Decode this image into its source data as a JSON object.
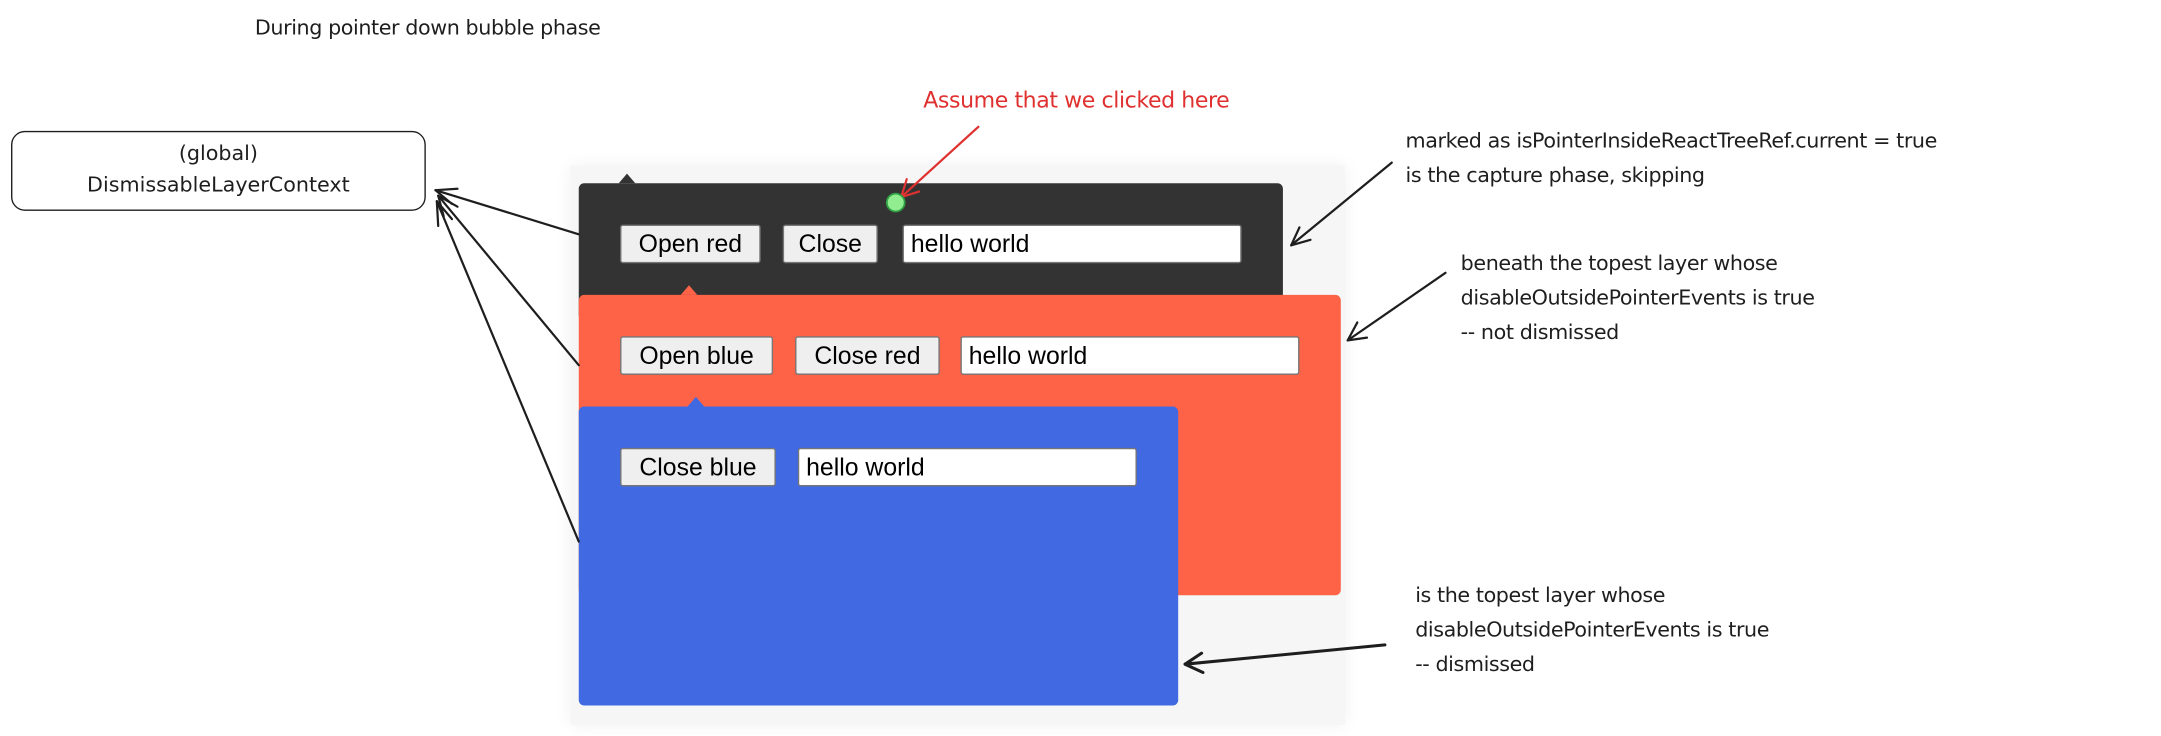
{
  "title": "During pointer down bubble phase",
  "global_context": {
    "line1": "(global)",
    "line2": "DismissableLayerContext"
  },
  "click_note": "Assume that we clicked here",
  "layers": {
    "dark": {
      "color": "#333333",
      "open_button": "Open red",
      "close_button": "Close",
      "input_value": "hello world"
    },
    "red": {
      "color": "#ff6347",
      "open_button": "Open blue",
      "close_button": "Close red",
      "input_value": "hello world"
    },
    "blue": {
      "color": "#4169e1",
      "close_button": "Close blue",
      "input_value": "hello world"
    }
  },
  "annotations": {
    "dark": [
      "marked as isPointerInsideReactTreeRef.current = true",
      "is the capture phase, skipping"
    ],
    "red": [
      "beneath the topest layer whose",
      "disableOutsidePointerEvents is true",
      "-- not dismissed"
    ],
    "blue": [
      "is the topest layer whose",
      "disableOutsidePointerEvents is true",
      "-- dismissed"
    ]
  },
  "colors": {
    "click_marker": "#90ee90",
    "note_red": "#e03131"
  }
}
